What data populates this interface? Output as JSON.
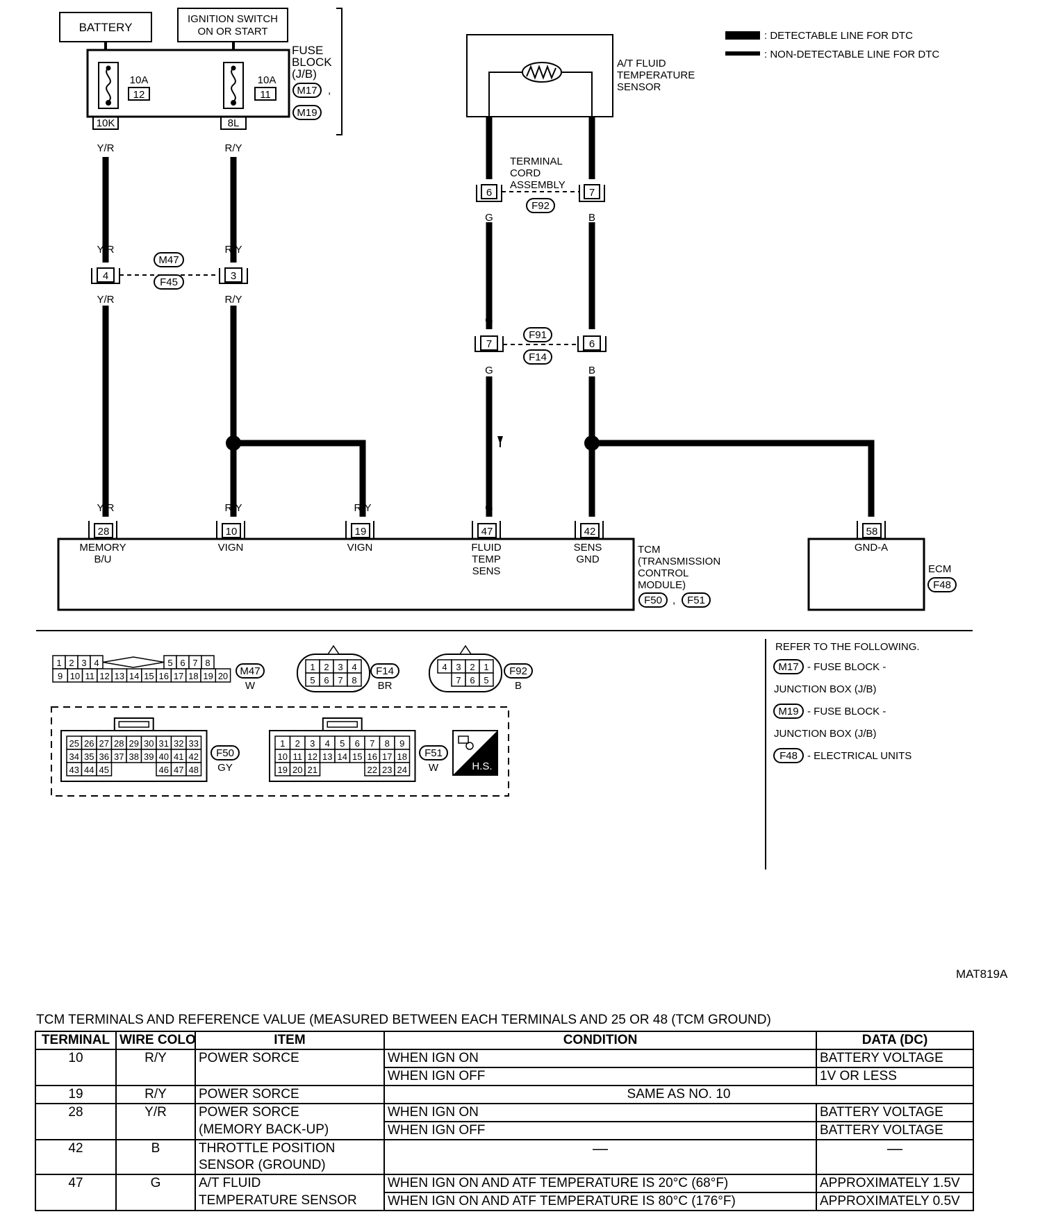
{
  "diagram": {
    "supplies": {
      "battery": "BATTERY",
      "ignition_line1": "IGNITION SWITCH",
      "ignition_line2": "ON OR START"
    },
    "fuse_block": {
      "title_lines": [
        "FUSE",
        "BLOCK",
        "(J/B)"
      ],
      "codes": [
        "M17",
        "M19"
      ],
      "fuse_left": {
        "amp": "10A",
        "number": "12",
        "terminal": "10K"
      },
      "fuse_right": {
        "amp": "10A",
        "number": "11",
        "terminal": "8L"
      }
    },
    "legend": {
      "detectable": ": DETECTABLE LINE FOR DTC",
      "non_detectable": ": NON-DETECTABLE LINE FOR DTC"
    },
    "sensor": {
      "label_lines": [
        "A/T FLUID",
        "TEMPERATURE",
        "SENSOR"
      ]
    },
    "terminal_cord": {
      "label_lines": [
        "TERMINAL",
        "CORD",
        "ASSEMBLY"
      ],
      "code": "F92",
      "pin_left": "6",
      "pin_right": "7"
    },
    "connector_m47_f45": {
      "codes": [
        "M47",
        "F45"
      ],
      "pin_left": "4",
      "pin_right": "3"
    },
    "connector_f91_f14": {
      "codes": [
        "F91",
        "F14"
      ],
      "pin_left": "7",
      "pin_right": "6"
    },
    "wire_colors": {
      "yr": "Y/R",
      "ry": "R/Y",
      "g": "G",
      "b": "B"
    },
    "tcm": {
      "label_lines": [
        "TCM",
        "(TRANSMISSION",
        "CONTROL",
        "MODULE)"
      ],
      "codes": [
        "F50",
        "F51"
      ],
      "pins": [
        {
          "number": "28",
          "label_lines": [
            "MEMORY",
            "B/U"
          ]
        },
        {
          "number": "10",
          "label_lines": [
            "VIGN"
          ]
        },
        {
          "number": "19",
          "label_lines": [
            "VIGN"
          ]
        },
        {
          "number": "47",
          "label_lines": [
            "FLUID",
            "TEMP",
            "SENS"
          ]
        },
        {
          "number": "42",
          "label_lines": [
            "SENS",
            "GND"
          ]
        }
      ]
    },
    "ecm": {
      "label": "ECM",
      "code": "F48",
      "pin_number": "58",
      "pin_label": "GND-A"
    },
    "connector_views": {
      "m47": {
        "code": "M47",
        "color": "W",
        "row1_left": [
          "1",
          "2",
          "3",
          "4"
        ],
        "row1_right": [
          "5",
          "6",
          "7",
          "8"
        ],
        "row2": [
          "9",
          "10",
          "11",
          "12",
          "13",
          "14",
          "15",
          "16",
          "17",
          "18",
          "19",
          "20"
        ]
      },
      "f14": {
        "code": "F14",
        "color": "BR",
        "row1": [
          "1",
          "2",
          "3",
          "4"
        ],
        "row2": [
          "5",
          "6",
          "7",
          "8"
        ]
      },
      "f92": {
        "code": "F92",
        "color": "B",
        "row1": [
          "4",
          "3",
          "2",
          "1"
        ],
        "row2": [
          "7",
          "6",
          "5"
        ]
      },
      "f50": {
        "code": "F50",
        "color": "GY",
        "row1": [
          "25",
          "26",
          "27",
          "28",
          "29",
          "30",
          "31",
          "32",
          "33"
        ],
        "row2": [
          "34",
          "35",
          "36",
          "37",
          "38",
          "39",
          "40",
          "41",
          "42"
        ],
        "row3_left": [
          "43",
          "44",
          "45"
        ],
        "row3_right": [
          "46",
          "47",
          "48"
        ]
      },
      "f51": {
        "code": "F51",
        "color": "W",
        "row1": [
          "1",
          "2",
          "3",
          "4",
          "5",
          "6",
          "7",
          "8",
          "9"
        ],
        "row2": [
          "10",
          "11",
          "12",
          "13",
          "14",
          "15",
          "16",
          "17",
          "18"
        ],
        "row3_left": [
          "19",
          "20",
          "21"
        ],
        "row3_right": [
          "22",
          "23",
          "24"
        ]
      },
      "hs_badge": "H.S."
    },
    "refer": {
      "heading": "REFER TO THE FOLLOWING.",
      "items": [
        {
          "code": "M17",
          "line1": "- FUSE BLOCK -",
          "line2": "JUNCTION BOX (J/B)"
        },
        {
          "code": "M19",
          "line1": "- FUSE BLOCK -",
          "line2": "JUNCTION BOX (J/B)"
        },
        {
          "code": "F48",
          "line1": "- ELECTRICAL UNITS",
          "line2": ""
        }
      ]
    },
    "figure_id": "MAT819A"
  },
  "table": {
    "caption": "TCM TERMINALS AND REFERENCE VALUE (MEASURED BETWEEN EACH TERMINALS AND 25 OR 48 (TCM GROUND)",
    "headers": [
      "TERMINAL",
      "WIRE COLOR",
      "ITEM",
      "CONDITION",
      "DATA (DC)"
    ],
    "rows": [
      {
        "terminal": "10",
        "wire": "R/Y",
        "item_lines": [
          "POWER SORCE"
        ],
        "conditions": [
          [
            "WHEN IGN ON",
            "BATTERY VOLTAGE"
          ],
          [
            "WHEN IGN OFF",
            "1V OR LESS"
          ]
        ]
      },
      {
        "terminal": "19",
        "wire": "R/Y",
        "item_lines": [
          "POWER SORCE"
        ],
        "same_as": "SAME AS NO. 10"
      },
      {
        "terminal": "28",
        "wire": "Y/R",
        "item_lines": [
          "POWER SORCE",
          "(MEMORY BACK-UP)"
        ],
        "conditions": [
          [
            "WHEN IGN ON",
            "BATTERY VOLTAGE"
          ],
          [
            "WHEN IGN OFF",
            "BATTERY VOLTAGE"
          ]
        ]
      },
      {
        "terminal": "42",
        "wire": "B",
        "item_lines": [
          "THROTTLE POSITION",
          "SENSOR (GROUND)"
        ],
        "condition": "—",
        "data": "—"
      },
      {
        "terminal": "47",
        "wire": "G",
        "item_lines": [
          "A/T FLUID",
          "TEMPERATURE SENSOR"
        ],
        "conditions": [
          [
            "WHEN IGN ON AND ATF TEMPERATURE IS 20°C (68°F)",
            "APPROXIMATELY 1.5V"
          ],
          [
            "WHEN IGN ON AND ATF TEMPERATURE IS 80°C (176°F)",
            "APPROXIMATELY 0.5V"
          ]
        ]
      }
    ]
  }
}
